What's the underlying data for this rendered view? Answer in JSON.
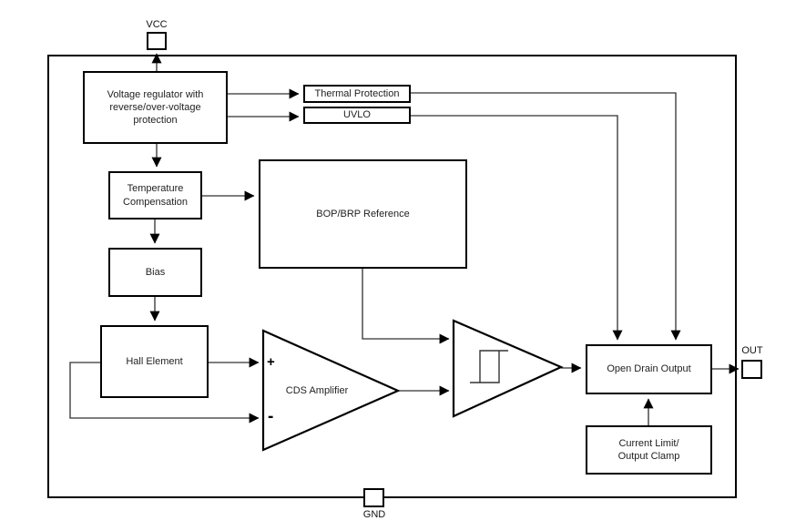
{
  "pins": {
    "vcc": {
      "label": "VCC"
    },
    "out": {
      "label": "OUT"
    },
    "gnd": {
      "label": "GND"
    }
  },
  "blocks": {
    "voltage_regulator": {
      "label": "Voltage regulator with\nreverse/over-voltage\nprotection"
    },
    "thermal_protection": {
      "label": "Thermal Protection"
    },
    "uvlo": {
      "label": "UVLO"
    },
    "temperature_compensation": {
      "label": "Temperature\nCompensation"
    },
    "bop_brp_reference": {
      "label": "BOP/BRP Reference"
    },
    "bias": {
      "label": "Bias"
    },
    "hall_element": {
      "label": "Hall Element"
    },
    "cds_amplifier": {
      "label": "CDS Amplifier",
      "plus_input": "+",
      "minus_input": "-"
    },
    "schmitt_trigger": {
      "symbol_name": "hysteresis-symbol"
    },
    "open_drain_output": {
      "label": "Open Drain Output"
    },
    "current_limit": {
      "label": "Current Limit/\nOutput Clamp"
    }
  },
  "colors": {
    "background": "#ffffff",
    "block_border": "#000000",
    "wire": "#303030",
    "text": "#1f1f1f"
  }
}
